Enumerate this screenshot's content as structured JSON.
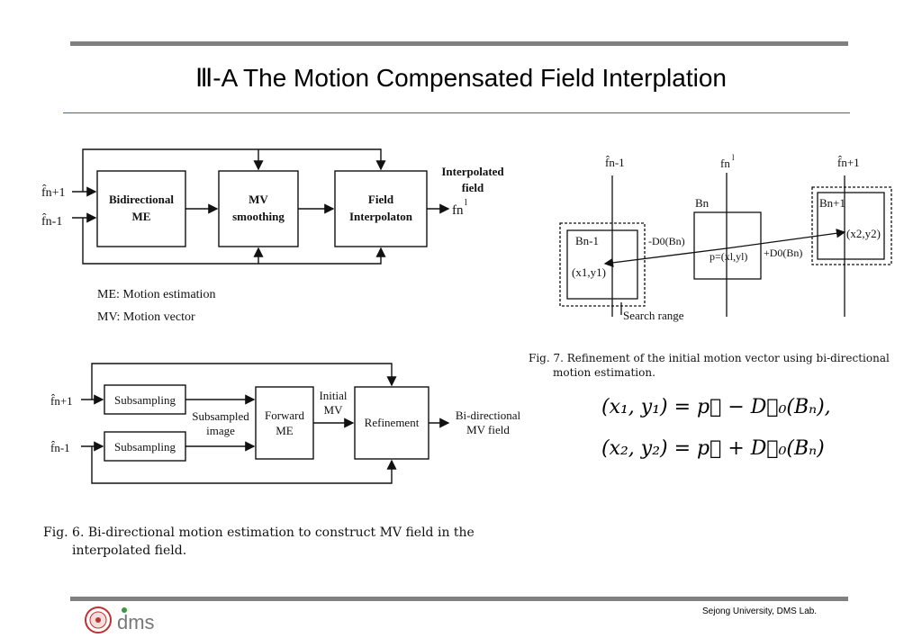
{
  "slide": {
    "title": "Ⅲ-A The Motion Compensated Field Interplation",
    "footer": "Sejong University, DMS Lab.",
    "logo_text": "dms"
  },
  "fig_top_left": {
    "in_top": "f̂n+1",
    "in_bottom": "f̂n-1",
    "box1": [
      "Bidirectional",
      "ME"
    ],
    "box2": [
      "MV",
      "smoothing"
    ],
    "box3": [
      "Field",
      "Interpolaton"
    ],
    "out_label": [
      "Interpolated",
      "field"
    ],
    "out_symbol": "fn",
    "out_sup": "l",
    "legend_me": "ME: Motion estimation",
    "legend_mv": "MV: Motion vector"
  },
  "fig_bottom_left": {
    "in_top": "f̂n+1",
    "in_bottom": "f̂n-1",
    "sub1": "Subsampling",
    "sub2": "Subsampling",
    "subsampled": [
      "Subsampled",
      "image"
    ],
    "forward": [
      "Forward",
      "ME"
    ],
    "initial": [
      "Initial",
      "MV"
    ],
    "refinement": "Refinement",
    "out": [
      "Bi-directional",
      "MV field"
    ],
    "caption_1": "Fig. 6.  Bi-directional motion estimation to construct MV field in the",
    "caption_2": "interpolated field."
  },
  "fig_right": {
    "f_left": "f̂n-1",
    "f_mid": "fn",
    "f_mid_sup": "l",
    "f_right": "f̂n+1",
    "b_left": "Bn-1",
    "b_mid": "Bn",
    "b_right": "Bn+1",
    "pt_left": "(x1,y1)",
    "pt_right": "(x2,y2)",
    "p_label": "p=(xl,yl)",
    "neg_d": "-D0(Bn)",
    "pos_d": "+D0(Bn)",
    "search_range": "Search range",
    "caption_1": "Fig. 7.   Refinement of the initial motion vector using bi-directional",
    "caption_2": "motion estimation."
  },
  "equations": {
    "eq1": "(x₁, y₁) = p⃗ − D⃗₀(Bₙ),",
    "eq2": "(x₂, y₂) = p⃗ + D⃗₀(Bₙ)"
  }
}
